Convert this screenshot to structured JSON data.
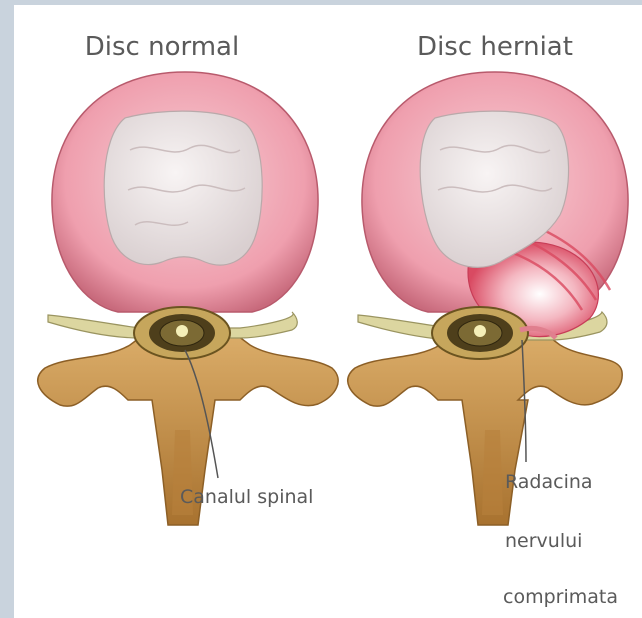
{
  "titles": {
    "normal": "Disc normal",
    "herniated": "Disc herniat"
  },
  "labels": {
    "spinal_canal": "Canalul spinal",
    "nerve_root_line1": "Radacina",
    "nerve_root_line2": "nervului",
    "nerve_root_line3": "comprimata"
  },
  "colors": {
    "annulus": "#e99aa8",
    "annulus_light": "#f6c4cc",
    "nucleus": "#ece4e4",
    "bone": "#c9924d",
    "bone_dark": "#9a6a2e",
    "nerve": "#d8d29a",
    "cord": "#5a4a22",
    "herniation": "#e4697a",
    "background": "#c9d3dd"
  }
}
